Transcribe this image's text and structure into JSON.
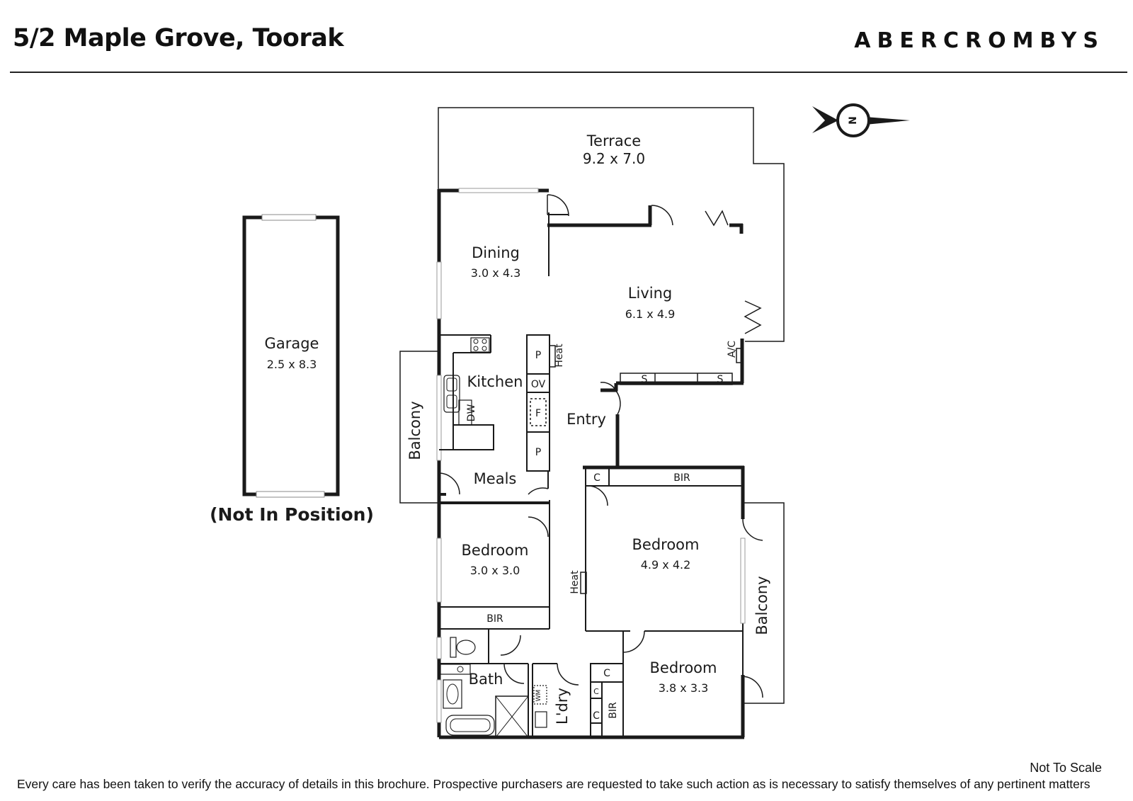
{
  "header": {
    "address": "5/2 Maple Grove, Toorak",
    "brand": "ABERCROMBYS"
  },
  "compass": {
    "label": "N"
  },
  "garage": {
    "name": "Garage",
    "dims": "2.5 x 8.3",
    "note": "(Not In Position)"
  },
  "rooms": {
    "terrace": {
      "name": "Terrace",
      "dims": "9.2 x 7.0"
    },
    "dining": {
      "name": "Dining",
      "dims": "3.0 x 4.3"
    },
    "living": {
      "name": "Living",
      "dims": "6.1 x 4.9"
    },
    "kitchen": {
      "name": "Kitchen"
    },
    "meals": {
      "name": "Meals"
    },
    "entry": {
      "name": "Entry"
    },
    "balcony_left": {
      "name": "Balcony"
    },
    "balcony_right": {
      "name": "Balcony"
    },
    "bedroom_small": {
      "name": "Bedroom",
      "dims": "3.0 x 3.0"
    },
    "bedroom_main": {
      "name": "Bedroom",
      "dims": "4.9 x 4.2"
    },
    "bedroom_third": {
      "name": "Bedroom",
      "dims": "3.8 x 3.3"
    },
    "bath": {
      "name": "Bath"
    },
    "laundry": {
      "name": "L'dry"
    }
  },
  "fixtures": {
    "pantry": "P",
    "oven": "OV",
    "fridge": "F",
    "dishwasher": "DW",
    "heater": "Heat",
    "aircon": "A/C",
    "storage": "S",
    "cupboard": "C",
    "built_in_robe": "BIR",
    "washing_machine": "WM"
  },
  "footer": {
    "scale_note": "Not To Scale",
    "disclaimer": "Every care has been taken to verify the accuracy of details in this brochure. Prospective purchasers are requested to take such action as is necessary to satisfy themselves of any pertinent matters"
  }
}
